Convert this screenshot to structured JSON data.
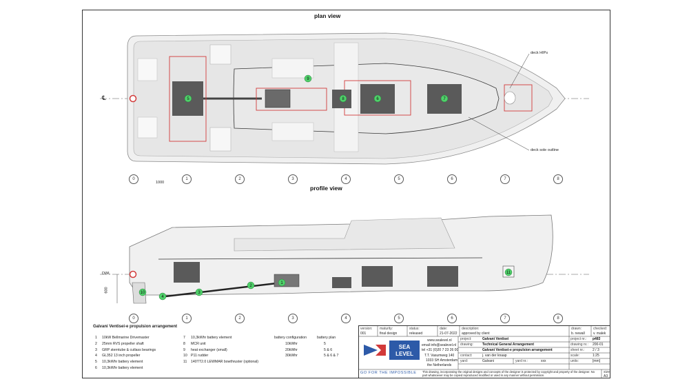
{
  "views": {
    "plan_title": "plan view",
    "profile_title": "profile view"
  },
  "annotations": {
    "deck_hips": "deck HIPs",
    "deck_sole_outline": "deck sole outline",
    "dwl": "DWL",
    "scale_bar": "1000",
    "height_dim": "600",
    "centerline": "℄"
  },
  "stations": [
    "0",
    "1",
    "2",
    "3",
    "4",
    "5",
    "6",
    "7",
    "8"
  ],
  "plan_markers": {
    "m5": "5",
    "m8": "8",
    "m6": "6",
    "m7": "7",
    "m9": "9"
  },
  "profile_markers": {
    "m10": "10",
    "m4": "4",
    "m3": "3",
    "m2": "2",
    "m1": "1",
    "m11": "11"
  },
  "legend": {
    "title": "Galvani Ventisei-e propulsion arrangement",
    "col1": [
      {
        "num": "1",
        "text": "10kW Bellmarine Drivemaster"
      },
      {
        "num": "2",
        "text": "25mm RVS propeller shaft"
      },
      {
        "num": "3",
        "text": "GRP sterntube & cutlass bearings"
      },
      {
        "num": "4",
        "text": "GL352 13 inch propeller"
      },
      {
        "num": "5",
        "text": "10,3kWhr battery element"
      },
      {
        "num": "6",
        "text": "10,3kWhr battery element"
      }
    ],
    "col2": [
      {
        "num": "7",
        "text": "10,3kWhr battery element"
      },
      {
        "num": "8",
        "text": "MCR unit"
      },
      {
        "num": "9",
        "text": "heat exchanger (small)"
      },
      {
        "num": "10",
        "text": "P11 rudder"
      },
      {
        "num": "11",
        "text": "140TT2.0 LEWMAR bowthruster (optional)"
      }
    ],
    "config_header": "battery configuration",
    "plan_header": "battery plan",
    "configs": [
      {
        "capacity": "10kWhr",
        "plan": "5"
      },
      {
        "capacity": "20kWhr",
        "plan": "5 & 6"
      },
      {
        "capacity": "30kWhr",
        "plan": "5 & 6 & 7"
      }
    ]
  },
  "title_block": {
    "version_k": "version:",
    "version_v": "001",
    "maturity_k": "maturity:",
    "maturity_v": "final design",
    "status_k": "status:",
    "status_v": "released",
    "date_k": "date:",
    "date_v": "21-07-2022",
    "description_k": "description:",
    "description_v": "approved by client",
    "drawn_k": "drawn:",
    "drawn_v": "b. newall",
    "checked_k": "checked:",
    "checked_v": "v. malek",
    "website": "www.sealevel.nl",
    "email": "email info@sealevel.nl",
    "phone": "tel +31 (0)20 7 23 26 00",
    "addr1": "T.T. Vasumweg 140",
    "addr2": "1033 SH Amsterdam",
    "addr3": "the Netherlands",
    "project_k": "project:",
    "project_v": "Galvani Ventisei",
    "drawing_k": "drawing:",
    "drawing_v": "Technical General Arrangement",
    "drawing_v2": "Galvani Ventisei-e propulsion arrangement",
    "contact_k": "contact:",
    "contact_v": "j. van der knaap",
    "yard_k": "yard:",
    "yard_v": "Galvani",
    "yardnr_k": "yard nr.:",
    "yardnr_v": "xxx",
    "projectnr_k": "project nr.:",
    "projectnr_v": "p483",
    "drawingnr_k": "drawing nr.:",
    "drawingnr_v": "200-01",
    "sheetnr_k": "sheet nr.:",
    "sheetnr_v": "2 / 3",
    "scale_k": "scale:",
    "scale_v": "1:25",
    "units_k": "units:",
    "units_v": "[mm]",
    "size_k": "size",
    "size_v": "A3",
    "logo_line1": "SEA",
    "logo_line2": "LEVEL",
    "slogan": "GO FOR THE IMPOSSIBLE",
    "copyright": "This drawing, incorporating the original designs and concepts of the designer is protected by copyright and property of the designer. No part whatsoever may be copied reproduced modified or used in any manner without permission."
  },
  "colors": {
    "marker": "#4fd16a",
    "highlight": "#d23a3a",
    "battery": "#5a5a5a",
    "hull": "#eeeeee"
  }
}
